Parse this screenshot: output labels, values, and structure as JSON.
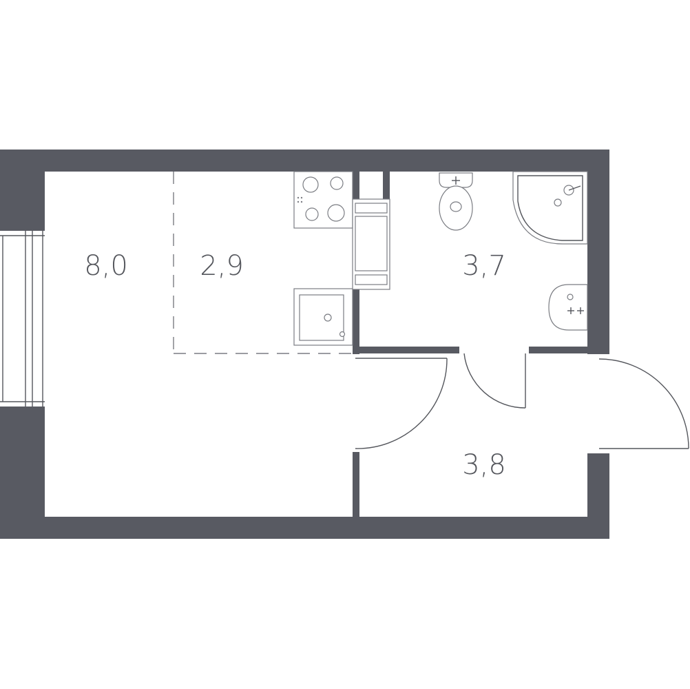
{
  "colors": {
    "wall": "#585a62",
    "line": "#54565c",
    "fixture": "#7a7c82",
    "background": "#ffffff"
  },
  "rooms": [
    {
      "id": "living",
      "area": "8,0"
    },
    {
      "id": "kitchen",
      "area": "2,9"
    },
    {
      "id": "bathroom",
      "area": "3,7"
    },
    {
      "id": "hallway",
      "area": "3,8"
    }
  ],
  "fixtures": {
    "stove": "stove-icon",
    "sink": "kitchen-sink-icon",
    "fridge": "fridge-icon",
    "toilet": "toilet-icon",
    "shower": "shower-icon",
    "washbasin": "washbasin-icon"
  }
}
